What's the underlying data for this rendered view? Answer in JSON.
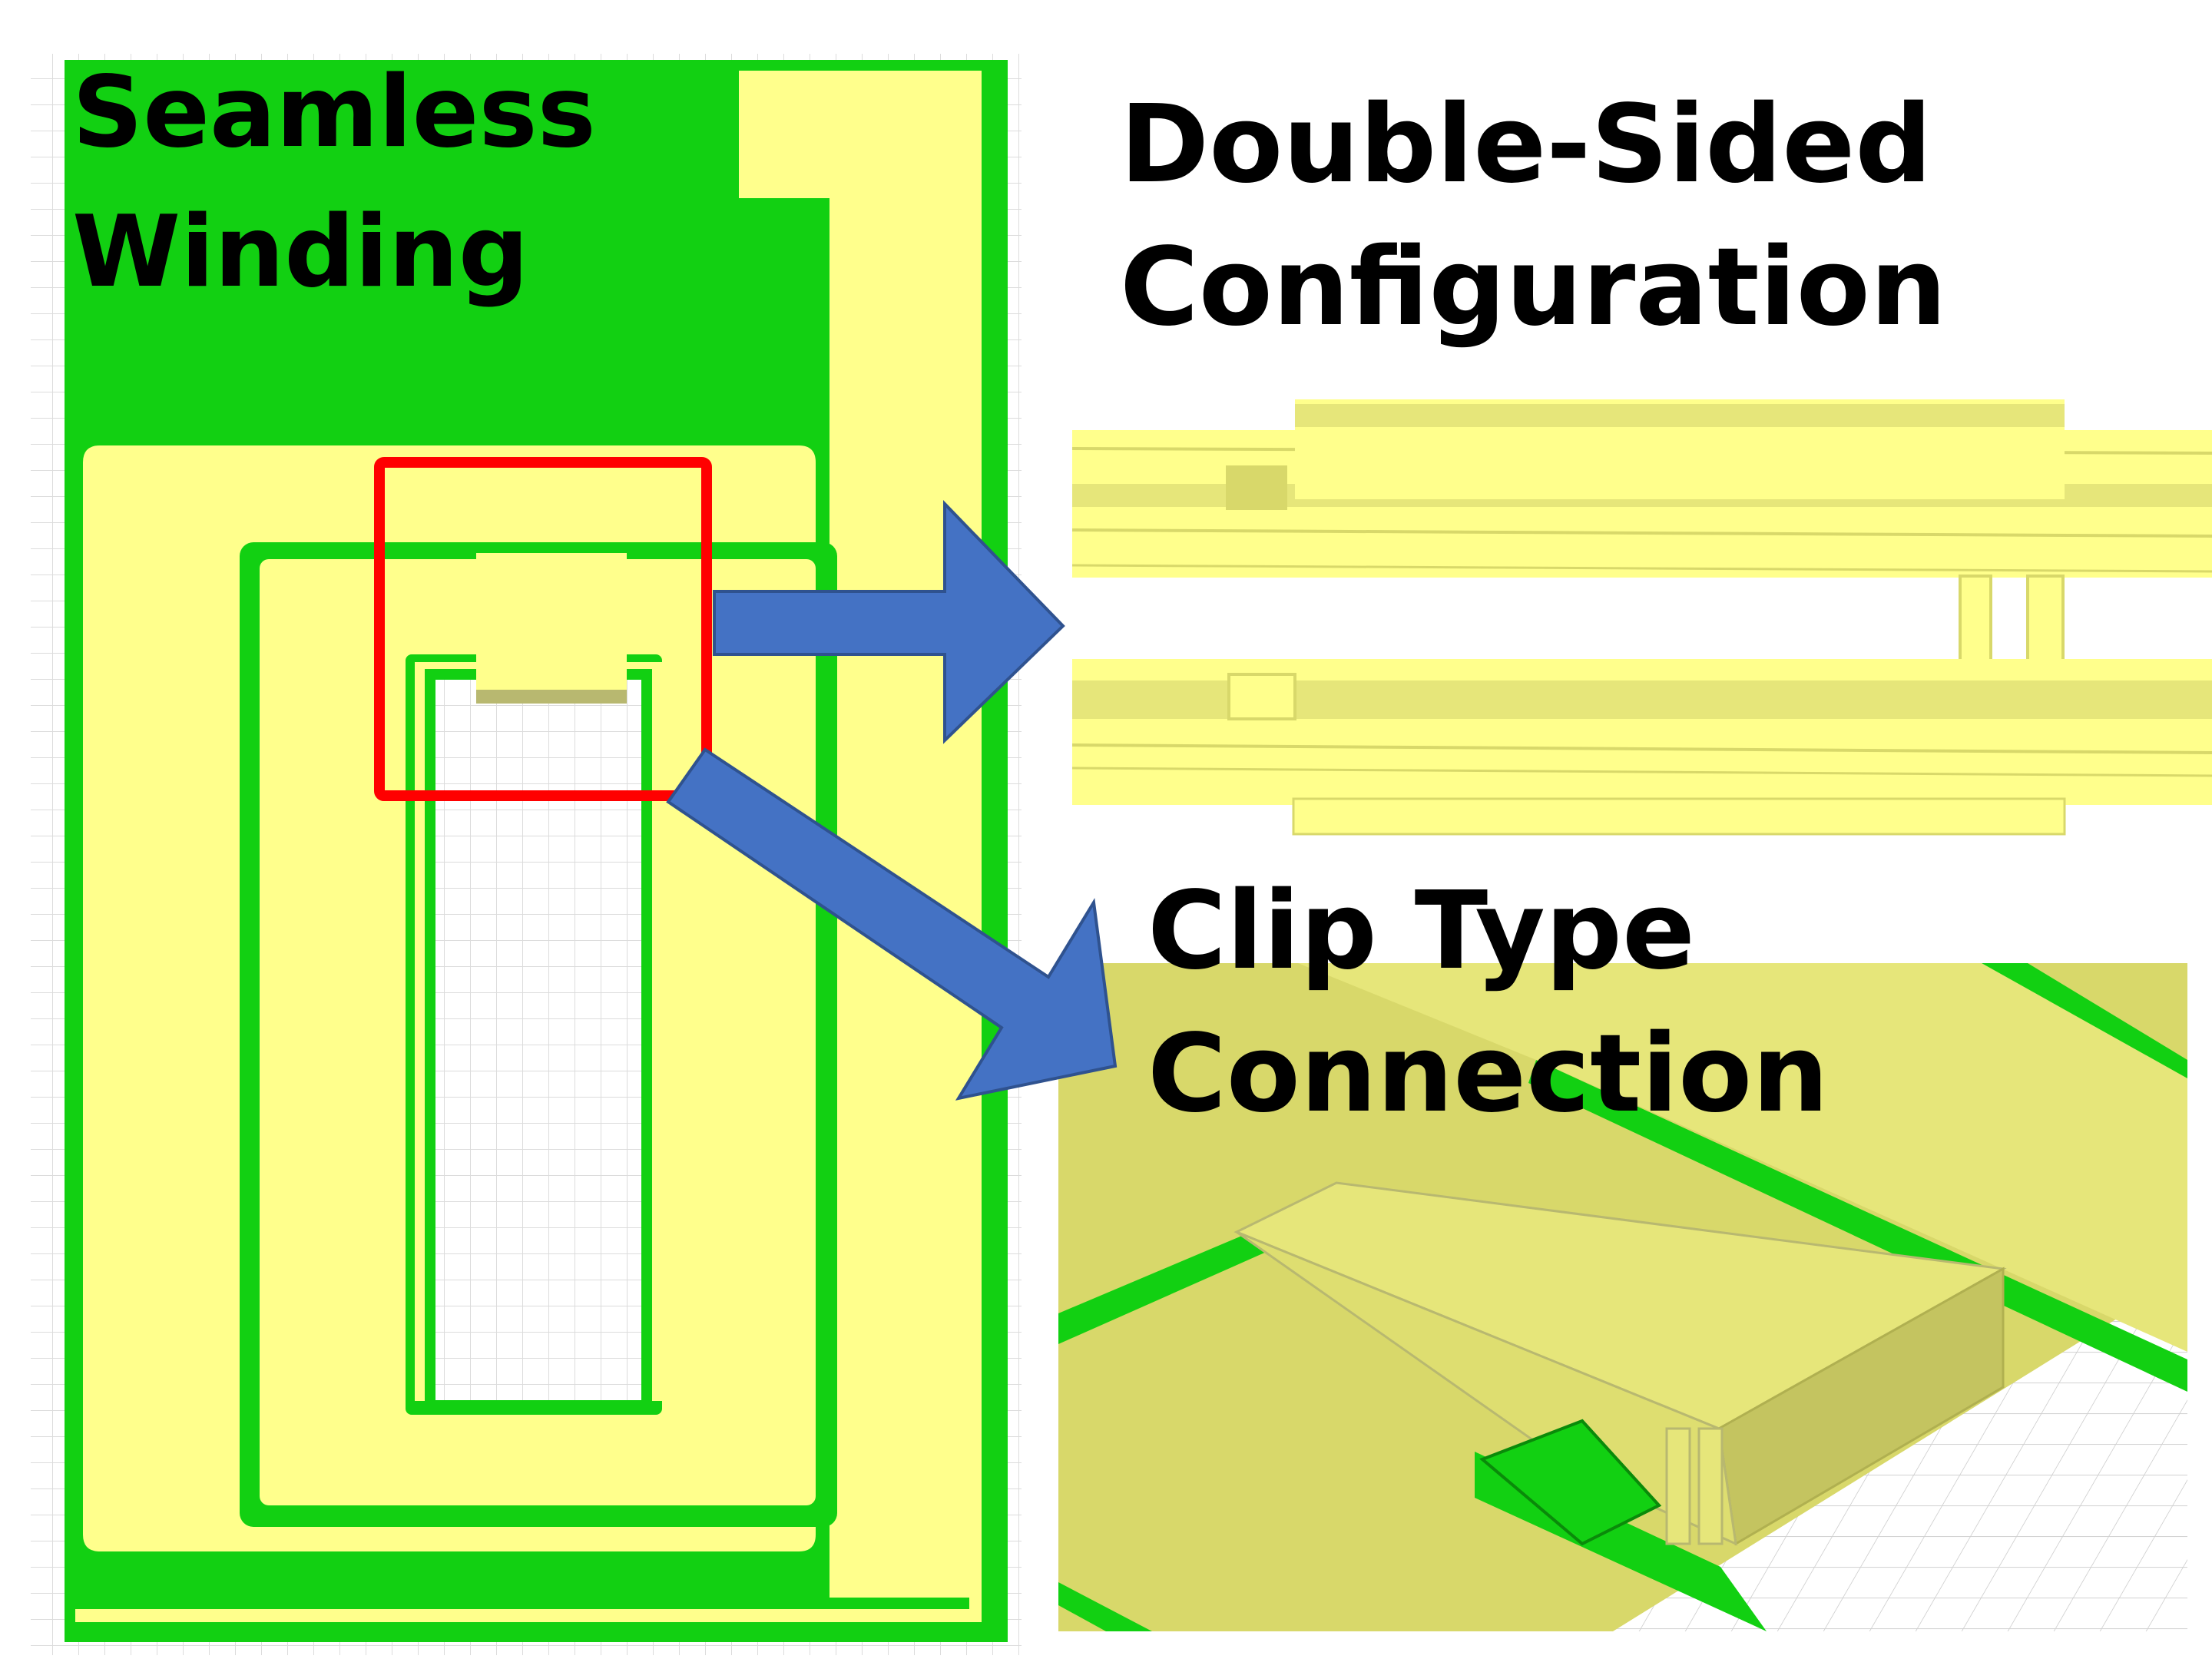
{
  "labels": {
    "seamless_line1": "Seamless",
    "seamless_line2": "Winding",
    "double_line1": "Double-Sided",
    "double_line2": "Configuration",
    "clip_line1": "Clip Type",
    "clip_line2": "Connection"
  },
  "colors": {
    "green": "#12d012",
    "yellow": "#ffff8c",
    "yellow_dark": "#d8d86a",
    "yellow_mid": "#e6e67a",
    "highlight_red": "#ff0000",
    "arrow_blue": "#4472c4",
    "arrow_stroke": "#2f528f",
    "grid": "#dcdcdc",
    "text": "#000000"
  },
  "icons": {
    "arrow_right": "arrow-right-icon",
    "arrow_down_right": "arrow-down-right-icon"
  }
}
